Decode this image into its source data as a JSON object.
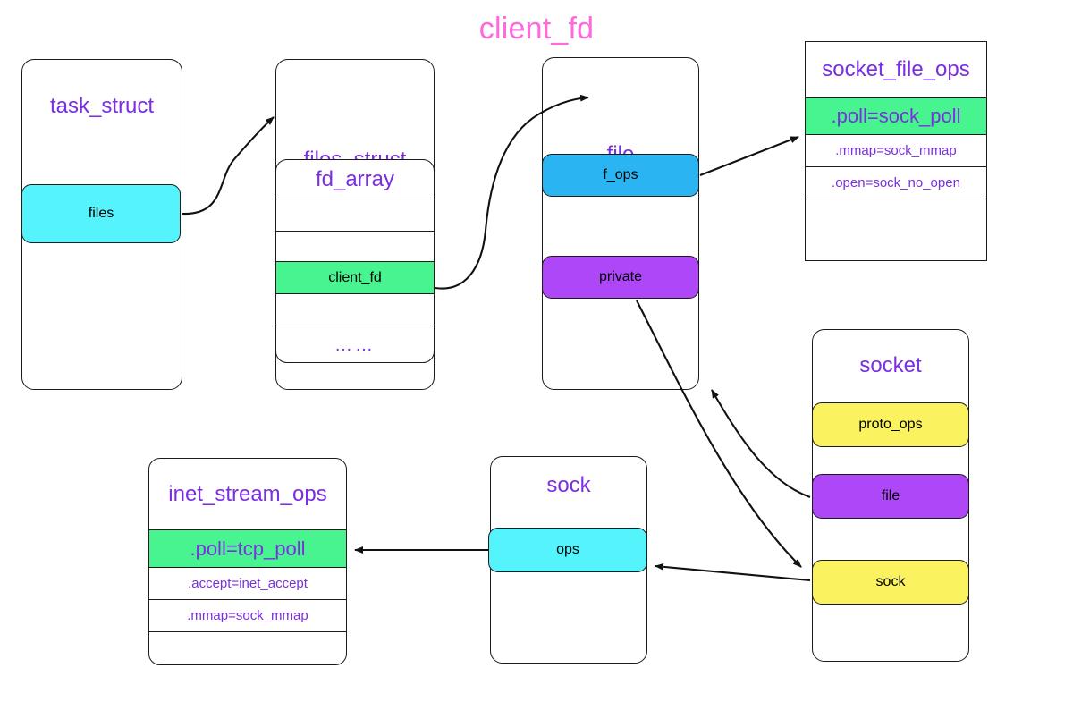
{
  "diagram": {
    "title": "client_fd",
    "title_color": "#ff69dc",
    "palette": {
      "cyan": "#55f3fb",
      "blue": "#2bb4f2",
      "purple": "#ae47f7",
      "yellow": "#faf25e",
      "green": "#47f48f",
      "label_purple": "#7b2fe0",
      "stroke": "#1b1b1b",
      "background": "#ffffff"
    }
  },
  "nodes": {
    "task_struct": {
      "title": "task_struct",
      "fields": [
        {
          "label": "files",
          "color": "cyan"
        }
      ]
    },
    "files_struct": {
      "title": "files_struct",
      "fd_array": {
        "header": "fd_array",
        "rows": [
          {
            "label": "",
            "highlight": false
          },
          {
            "label": "",
            "highlight": false
          },
          {
            "label": "client_fd",
            "highlight": true
          },
          {
            "label": "",
            "highlight": false
          },
          {
            "label": "……",
            "highlight": false
          }
        ]
      }
    },
    "file": {
      "title": "file",
      "fields": [
        {
          "label": "f_ops",
          "color": "blue"
        },
        {
          "label": "private",
          "color": "purple"
        }
      ]
    },
    "socket_file_ops": {
      "title": "socket_file_ops",
      "rows": [
        {
          "label": ".poll=sock_poll",
          "highlight": true
        },
        {
          "label": ".mmap=sock_mmap",
          "highlight": false
        },
        {
          "label": ".open=sock_no_open",
          "highlight": false
        },
        {
          "label": "",
          "highlight": false
        }
      ]
    },
    "socket": {
      "title": "socket",
      "fields": [
        {
          "label": "proto_ops",
          "color": "yellow"
        },
        {
          "label": "file",
          "color": "purple"
        },
        {
          "label": "sock",
          "color": "yellow"
        }
      ]
    },
    "sock": {
      "title": "sock",
      "fields": [
        {
          "label": "ops",
          "color": "cyan"
        }
      ]
    },
    "inet_stream_ops": {
      "title": "inet_stream_ops",
      "rows": [
        {
          "label": ".poll=tcp_poll",
          "highlight": true
        },
        {
          "label": ".accept=inet_accept",
          "highlight": false
        },
        {
          "label": ".mmap=sock_mmap",
          "highlight": false
        },
        {
          "label": "",
          "highlight": false
        }
      ]
    }
  },
  "edges": [
    {
      "from": "task_struct.files",
      "to": "files_struct"
    },
    {
      "from": "files_struct.client_fd",
      "to": "file"
    },
    {
      "from": "file.f_ops",
      "to": "socket_file_ops.poll"
    },
    {
      "from": "file.private",
      "to": "socket.sock"
    },
    {
      "from": "socket.file",
      "to": "file"
    },
    {
      "from": "socket.sock",
      "to": "sock.ops"
    },
    {
      "from": "sock.ops",
      "to": "inet_stream_ops.poll"
    }
  ]
}
